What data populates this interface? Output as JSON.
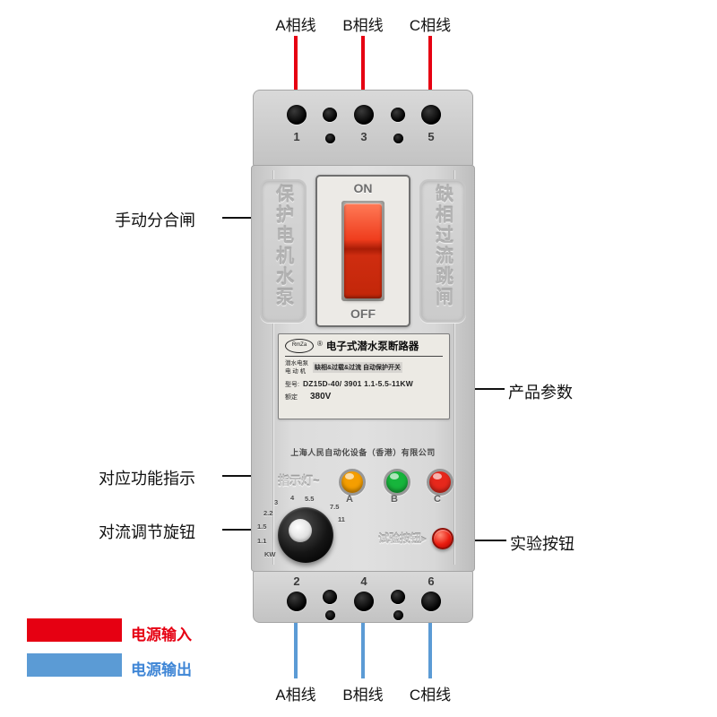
{
  "colors": {
    "arrow_red": "#e60012",
    "output_blue": "#5b9bd5",
    "switch_red": "#ef3d1d",
    "legend_input_red": "#e60012",
    "legend_output_blue": "#5b9bd5",
    "light_a": "#f59e00",
    "light_b": "#17b53c",
    "light_c": "#e6281c"
  },
  "top_callouts": [
    {
      "label": "A相线"
    },
    {
      "label": "B相线"
    },
    {
      "label": "C相线"
    }
  ],
  "bottom_callouts": [
    {
      "label": "A相线"
    },
    {
      "label": "B相线"
    },
    {
      "label": "C相线"
    }
  ],
  "left_callouts": [
    {
      "label": "手动分合闸"
    },
    {
      "label": "对应功能指示"
    },
    {
      "label": "对流调节旋钮"
    }
  ],
  "right_callouts": [
    {
      "label": "产品参数"
    },
    {
      "label": "实验按钮"
    }
  ],
  "legend": [
    {
      "label": "电源输入",
      "color": "#e60012"
    },
    {
      "label": "电源输出",
      "color": "#5b9bd5"
    }
  ],
  "device": {
    "top_terminal_numbers": [
      "1",
      "3",
      "5"
    ],
    "bottom_terminal_numbers": [
      "2",
      "4",
      "6"
    ],
    "left_panel_text": "保护电机水泵",
    "right_panel_text": "缺相过流跳闸",
    "switch": {
      "on": "ON",
      "off": "OFF"
    },
    "sticker": {
      "logo_text": "RmZa",
      "reg_mark": "®",
      "title": "电子式潜水泵断路器",
      "product_line1": "潜水电泵",
      "product_line2": "电 动 机",
      "protect_text": "缺相&过载&过流 自动保护开关",
      "model_label": "型号:",
      "model_value": "DZ15D-40/ 3901 1.1-5.5-11KW",
      "rated_label": "额定",
      "rated_value": "380V"
    },
    "company": "上海人民自动化设备（香港）有限公司",
    "indicator": {
      "label": "指示灯~",
      "lights": [
        {
          "name": "A",
          "color": "#f59e00"
        },
        {
          "name": "B",
          "color": "#17b53c"
        },
        {
          "name": "C",
          "color": "#e6281c"
        }
      ]
    },
    "knob_scale": [
      "2.2",
      "3",
      "4",
      "5.5",
      "7.5",
      "11",
      "1.5",
      "1.1",
      "KW"
    ],
    "test_button": {
      "label": "试验按钮",
      "arrow": "▸"
    }
  }
}
